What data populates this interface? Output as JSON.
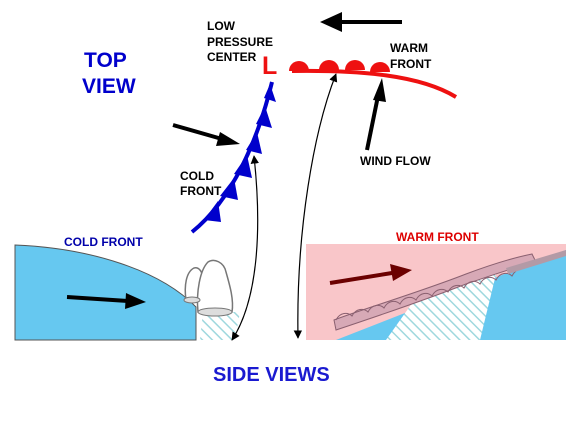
{
  "labels": {
    "top_view_line1": "TOP",
    "top_view_line2": "VIEW",
    "low_line1": "LOW",
    "low_line2": "PRESSURE",
    "low_line3": "CENTER",
    "low_symbol": "L",
    "warm_front_line1": "WARM",
    "warm_front_line2": "FRONT",
    "wind_flow": "WIND FLOW",
    "cold_front_line1": "COLD",
    "cold_front_line2": "FRONT",
    "cold_front_side": "COLD FRONT",
    "warm_front_side": "WARM FRONT",
    "side_views": "SIDE VIEWS"
  },
  "colors": {
    "cold_front": "#0000cc",
    "warm_front": "#ee1111",
    "cold_air": "#66c8f0",
    "warm_air": "#f9c6c9",
    "top_view_text": "#0000cc",
    "side_views_text": "#1a1ad0",
    "cold_front_side_text": "#0000aa",
    "warm_front_side_text": "#dd0000"
  }
}
